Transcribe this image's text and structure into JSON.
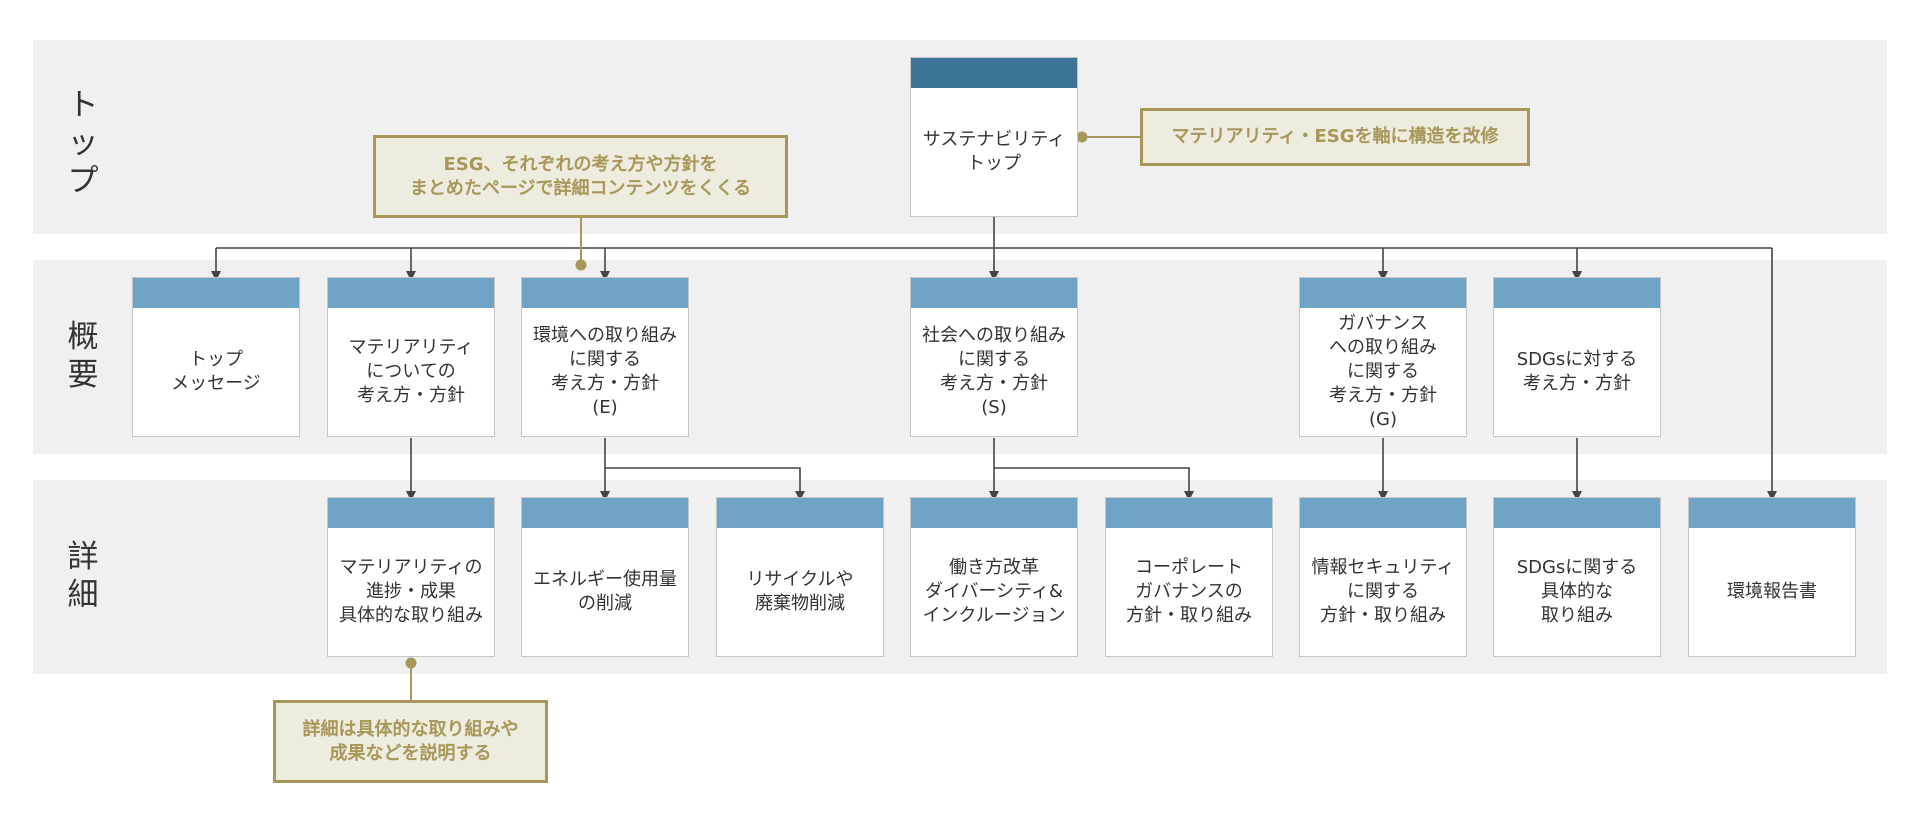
{
  "row_labels": {
    "top": "トップ",
    "overview": "概要",
    "detail": "詳細"
  },
  "nodes": {
    "top": "サステナビリティ\nトップ",
    "overview": [
      "トップ\nメッセージ",
      "マテリアリティ\nについての\n考え方・方針",
      "環境への取り組み\nに関する\n考え方・方針\n(E)",
      "社会への取り組み\nに関する\n考え方・方針\n(S)",
      "ガバナンス\nへの取り組み\nに関する\n考え方・方針\n(G)",
      "SDGsに対する\n考え方・方針"
    ],
    "detail": [
      "マテリアリティの\n進捗・成果\n具体的な取り組み",
      "エネルギー使用量\nの削減",
      "リサイクルや\n廃棄物削減",
      "働き方改革\nダイバーシティ&\nインクルージョン",
      "コーポレート\nガバナンスの\n方針・取り組み",
      "情報セキュリティ\nに関する\n方針・取り組み",
      "SDGsに関する\n具体的な\n取り組み",
      "環境報告書"
    ]
  },
  "notes": {
    "top_right": "マテリアリティ・ESGを軸に構造を改修",
    "esg": "ESG、それぞれの考え方や方針を\nまとめたページで詳細コンテンツをくくる",
    "detail": "詳細は具体的な取り組みや\n成果などを説明する"
  },
  "colors": {
    "band": "#f0f0f0",
    "node_header": "#6fa4c6",
    "top_node_header": "#3c7397",
    "note_border": "#a8975a",
    "note_fill": "#eeebdf",
    "connector": "#444444"
  }
}
